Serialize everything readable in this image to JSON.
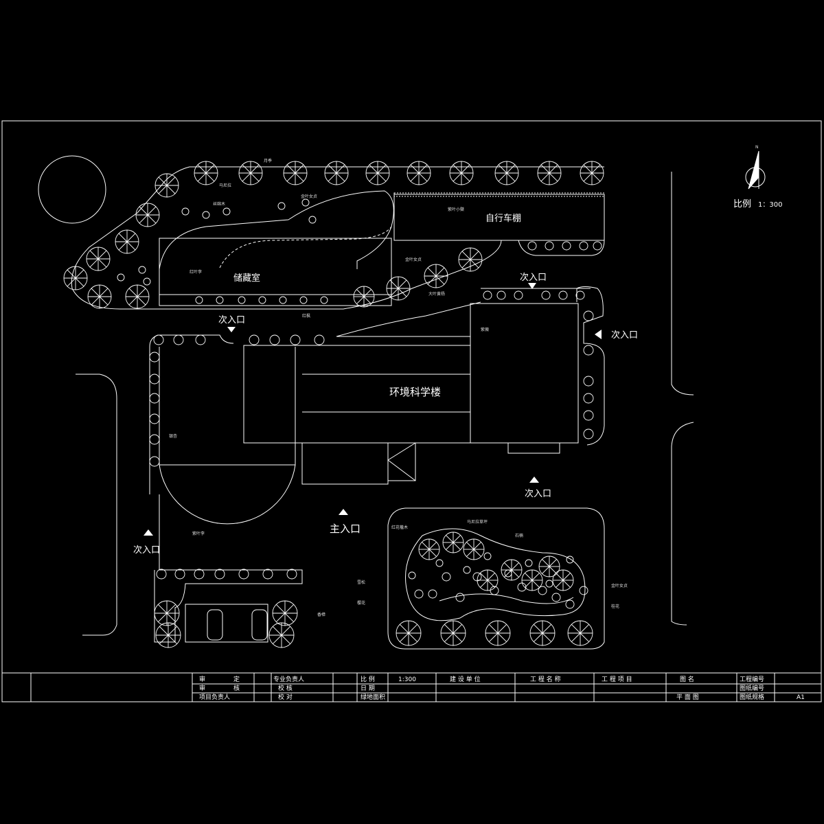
{
  "buildings": {
    "science_building": "环境科学楼",
    "bike_shed": "自行车棚",
    "reading_room": "储藏室"
  },
  "entrances": {
    "main": "主入口",
    "secondary": "次入口"
  },
  "north_arrow": {
    "letter": "N",
    "scale_label": "比例",
    "scale_value": "1：300"
  },
  "annotations": {
    "a1": "月季",
    "a2": "马尼拉",
    "a3": "丝绵木",
    "a4": "金叶女贞",
    "a5": "红叶李",
    "a6": "紫叶小檗",
    "a7": "金叶女贞",
    "a8": "大叶黄杨",
    "a9": "红枫",
    "a10": "紫薇",
    "a11": "红花檵木",
    "a12": "石楠",
    "a13": "金叶女贞",
    "a14": "雪松",
    "a15": "樱花",
    "a16": "马尼拉草坪",
    "a17": "桂花",
    "a18": "紫叶李",
    "a19": "银杏",
    "a20": "香樟"
  },
  "title_block": {
    "r1": [
      "审",
      "定",
      "专业负责人",
      "比  例",
      "1:300",
      "建 设 单 位",
      "工 程 名 称",
      "工 程 项 目",
      "图    名",
      "工程编号"
    ],
    "r2": [
      "审",
      "核",
      "校  核",
      "日  期",
      "图纸编号"
    ],
    "r3": [
      "项目负责人",
      "校  对",
      "绿地面积",
      "平  面  图",
      "图纸规格",
      "A1"
    ]
  }
}
